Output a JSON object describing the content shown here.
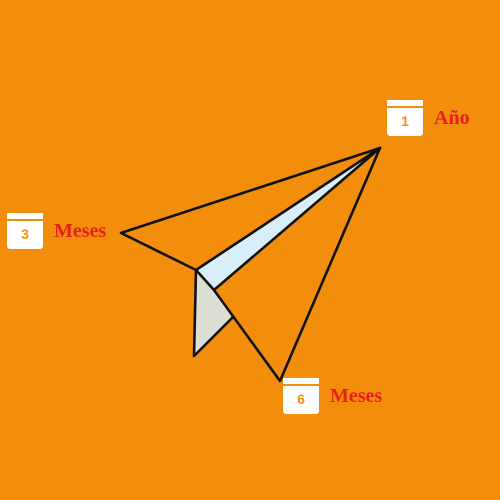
{
  "badges": {
    "year": {
      "number": "1",
      "label": "Año"
    },
    "three": {
      "number": "3",
      "label": "Meses"
    },
    "six": {
      "number": "6",
      "label": "Meses"
    }
  },
  "colors": {
    "background": "#F28E0C",
    "label": "#E8201A",
    "calendar": "#FFFFFF",
    "plane_stroke": "#111111",
    "plane_highlight": "#D8EEF8"
  },
  "icons": [
    "paper-plane-icon",
    "calendar-icon"
  ]
}
